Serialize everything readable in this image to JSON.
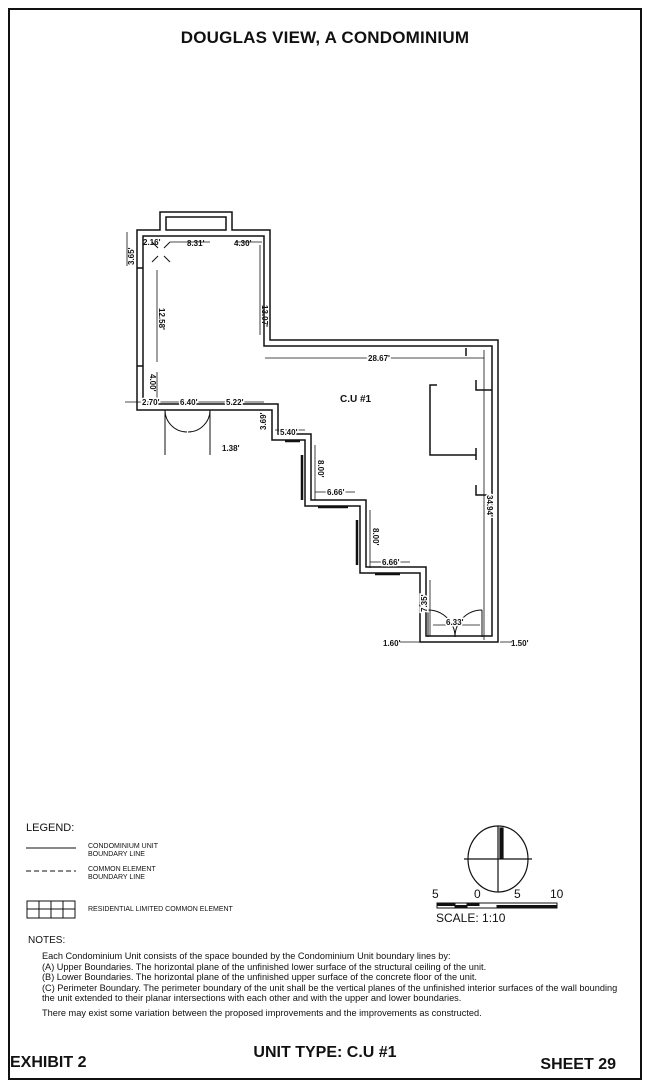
{
  "title": "DOUGLAS VIEW, A CONDOMINIUM",
  "plan": {
    "unit_label": "C.U #1",
    "dimensions": {
      "d_2_16": "2.16'",
      "d_8_31": "8.31'",
      "d_4_30": "4.30'",
      "d_3_65": "3.65'",
      "d_13_07": "13.07'",
      "d_12_58": "12.58'",
      "d_28_67": "28.67'",
      "d_4_00": "4.00'",
      "d_2_70": "2.70'",
      "d_6_40": "6.40'",
      "d_5_22": "5.22'",
      "d_3_69": "3.69'",
      "d_5_40": "5.40'",
      "d_1_38": "1.38'",
      "d_8_00_a": "8.00'",
      "d_6_66_a": "6.66'",
      "d_8_00_b": "8.00'",
      "d_6_66_b": "6.66'",
      "d_34_94": "34.94'",
      "d_7_35": "7.35'",
      "d_6_33": "6.33'",
      "d_1_60": "1.60'",
      "d_1_50": "1.50'"
    }
  },
  "legend": {
    "title": "LEGEND:",
    "items": [
      {
        "symbol": "solid-line",
        "label": "CONDOMINIUM UNIT BOUNDARY LINE"
      },
      {
        "symbol": "dashed-line",
        "label": "COMMON ELEMENT BOUNDARY LINE"
      },
      {
        "symbol": "grid-box",
        "label": "RESIDENTIAL LIMITED COMMON ELEMENT"
      }
    ]
  },
  "scale": {
    "ticks": [
      "5",
      "0",
      "5",
      "10"
    ],
    "label": "SCALE:  1:10"
  },
  "notes": {
    "title": "NOTES:",
    "lines": [
      "Each Condominium Unit consists of the space bounded by the Condominium Unit boundary lines by:",
      "(A) Upper Boundaries.  The horizontal plane of the unfinished lower surface of the structural ceiling of the unit.",
      "(B) Lower Boundaries.  The horizontal plane of the unfinished upper surface of the concrete floor of the unit.",
      "(C) Perimeter Boundary.  The perimeter boundary of the unit shall be the vertical planes of the unfinished interior surfaces of the wall bounding the unit extended to their planar intersections with each other and with the upper and lower boundaries."
    ],
    "disclaimer": "There may exist some variation between the proposed improvements and the improvements as constructed."
  },
  "footer": {
    "exhibit": "EXHIBIT 2",
    "unit_type": "UNIT TYPE: C.U #1",
    "sheet": "SHEET 29"
  }
}
